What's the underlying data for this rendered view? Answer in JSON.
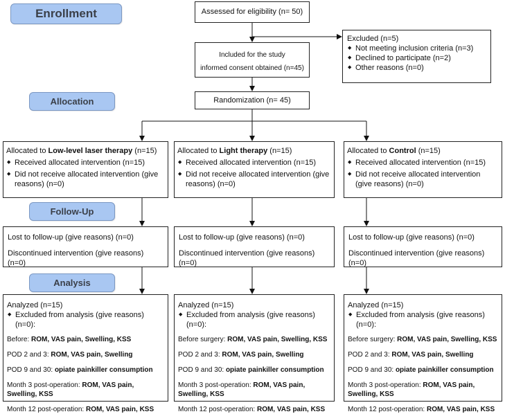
{
  "stages": {
    "enrollment": "Enrollment",
    "allocation": "Allocation",
    "followup": "Follow-Up",
    "analysis": "Analysis"
  },
  "assessed": "Assessed for eligibility (n= 50)",
  "excluded": {
    "title": "Excluded (n=5)",
    "items": [
      "Not meeting inclusion criteria (n=3)",
      "Declined to participate (n=2)",
      "Other reasons (n=0)"
    ]
  },
  "included": {
    "line1": "Included for the study",
    "line2": "informed consent obtained (n=45)"
  },
  "randomization": "Randomization (n= 45)",
  "arms": [
    {
      "alloc_prefix": "Allocated to ",
      "alloc_name": "Low-level laser therapy",
      "alloc_suffix": " (n=15)",
      "received": "Received allocated intervention (n=15)",
      "not_received": "Did not receive allocated intervention (give reasons) (n=0)",
      "lost": "Lost to follow-up (give reasons) (n=0)",
      "discontinued": "Discontinued intervention (give reasons) (n=0)",
      "analyzed": "Analyzed  (n=15)",
      "excluded_analysis": "Excluded from analysis (give reasons) (n=0):",
      "before_label": "Before: ",
      "before_vals": "ROM, VAS pain, Swelling, KSS",
      "pod23_label": "POD 2 and 3: ",
      "pod23_vals": "ROM, VAS pain, Swelling",
      "pod930_label": "POD 9 and 30: ",
      "pod930_vals": "opiate painkiller consumption",
      "m3_label": "Month 3 post-operation: ",
      "m3_vals": "ROM, VAS pain, Swelling, KSS",
      "m12_label": "Month 12 post-operation: ",
      "m12_vals": "ROM, VAS pain, KSS"
    },
    {
      "alloc_prefix": "Allocated to ",
      "alloc_name": "Light therapy",
      "alloc_suffix": " (n=15)",
      "received": "Received allocated intervention (n=15)",
      "not_received": "Did not receive allocated intervention (give reasons) (n=0)",
      "lost": "Lost to follow-up (give reasons) (n=0)",
      "discontinued": "Discontinued intervention (give reasons) (n=0)",
      "analyzed": "Analyzed  (n=15)",
      "excluded_analysis": "Excluded from analysis (give reasons) (n=0):",
      "before_label": "Before surgery: ",
      "before_vals": "ROM, VAS pain, Swelling, KSS",
      "pod23_label": "POD 2 and 3: ",
      "pod23_vals": "ROM, VAS pain, Swelling",
      "pod930_label": "POD 9 and 30: ",
      "pod930_vals": "opiate painkiller consumption",
      "m3_label": "Month 3 post-operation: ",
      "m3_vals": "ROM, VAS pain, Swelling, KSS",
      "m12_label": "Month 12 post-operation: ",
      "m12_vals": "ROM, VAS pain, KSS"
    },
    {
      "alloc_prefix": "Allocated to ",
      "alloc_name": "Control",
      "alloc_suffix": " (n=15)",
      "received": "Received allocated intervention (n=15)",
      "not_received": "Did not receive allocated intervention (give reasons) (n=0)",
      "lost": "Lost to follow-up (give reasons) (n=0)",
      "discontinued": "Discontinued intervention (give reasons) (n=0)",
      "analyzed": "Analyzed  (n=15)",
      "excluded_analysis": "Excluded from analysis (give reasons) (n=0):",
      "before_label": "Before surgery: ",
      "before_vals": "ROM, VAS pain, Swelling, KSS",
      "pod23_label": "POD 2 and 3: ",
      "pod23_vals": "ROM, VAS pain, Swelling",
      "pod930_label": "POD 9 and 30: ",
      "pod930_vals": "opiate painkiller consumption",
      "m3_label": "Month 3 post-operation: ",
      "m3_vals": "ROM, VAS pain, Swelling, KSS",
      "m12_label": "Month 12 post-operation: ",
      "m12_vals": "ROM, VAS pain, KSS"
    }
  ],
  "colors": {
    "stage_fill": "#a9c7f2",
    "stage_border": "#7c98c2",
    "stage_text": "#3a3f48"
  }
}
